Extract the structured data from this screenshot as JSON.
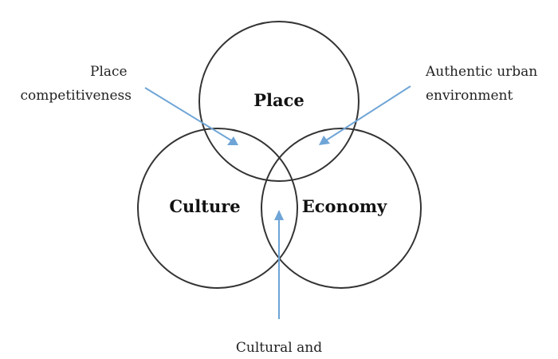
{
  "sets": {
    "place": "Place",
    "culture": "Culture",
    "economy": "Economy"
  },
  "annotations": {
    "place_competitiveness": [
      "Place",
      "competitiveness"
    ],
    "authentic_urban_environment": [
      "Authentic urban",
      "environment"
    ],
    "cultural_and": [
      "Cultural and"
    ]
  },
  "colors": {
    "arrow": "#6fa5d6",
    "circle_stroke": "#333333"
  }
}
